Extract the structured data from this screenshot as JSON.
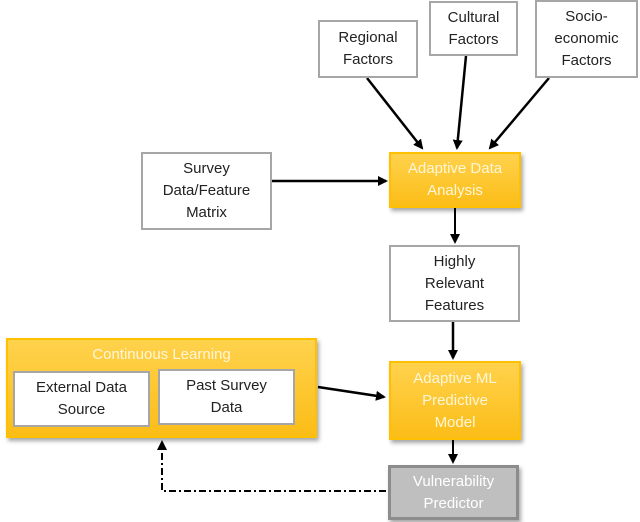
{
  "nodes": {
    "regional": "Regional\nFactors",
    "cultural": "Cultural\nFactors",
    "socio": "Socio-\neconomic\nFactors",
    "survey": "Survey\nData/Feature\nMatrix",
    "analysis": "Adaptive Data\nAnalysis",
    "relevant": "Highly\nRelevant\nFeatures",
    "model": "Adaptive ML\nPredictive\nModel",
    "predictor": "Vulnerability\nPredictor"
  },
  "continuous_learning": {
    "title": "Continuous Learning",
    "external": "External Data\nSource",
    "past": "Past Survey\nData"
  },
  "colors": {
    "accent": "#ffc000",
    "predictor": "#bfbfbf",
    "border": "#a6a6a6"
  }
}
